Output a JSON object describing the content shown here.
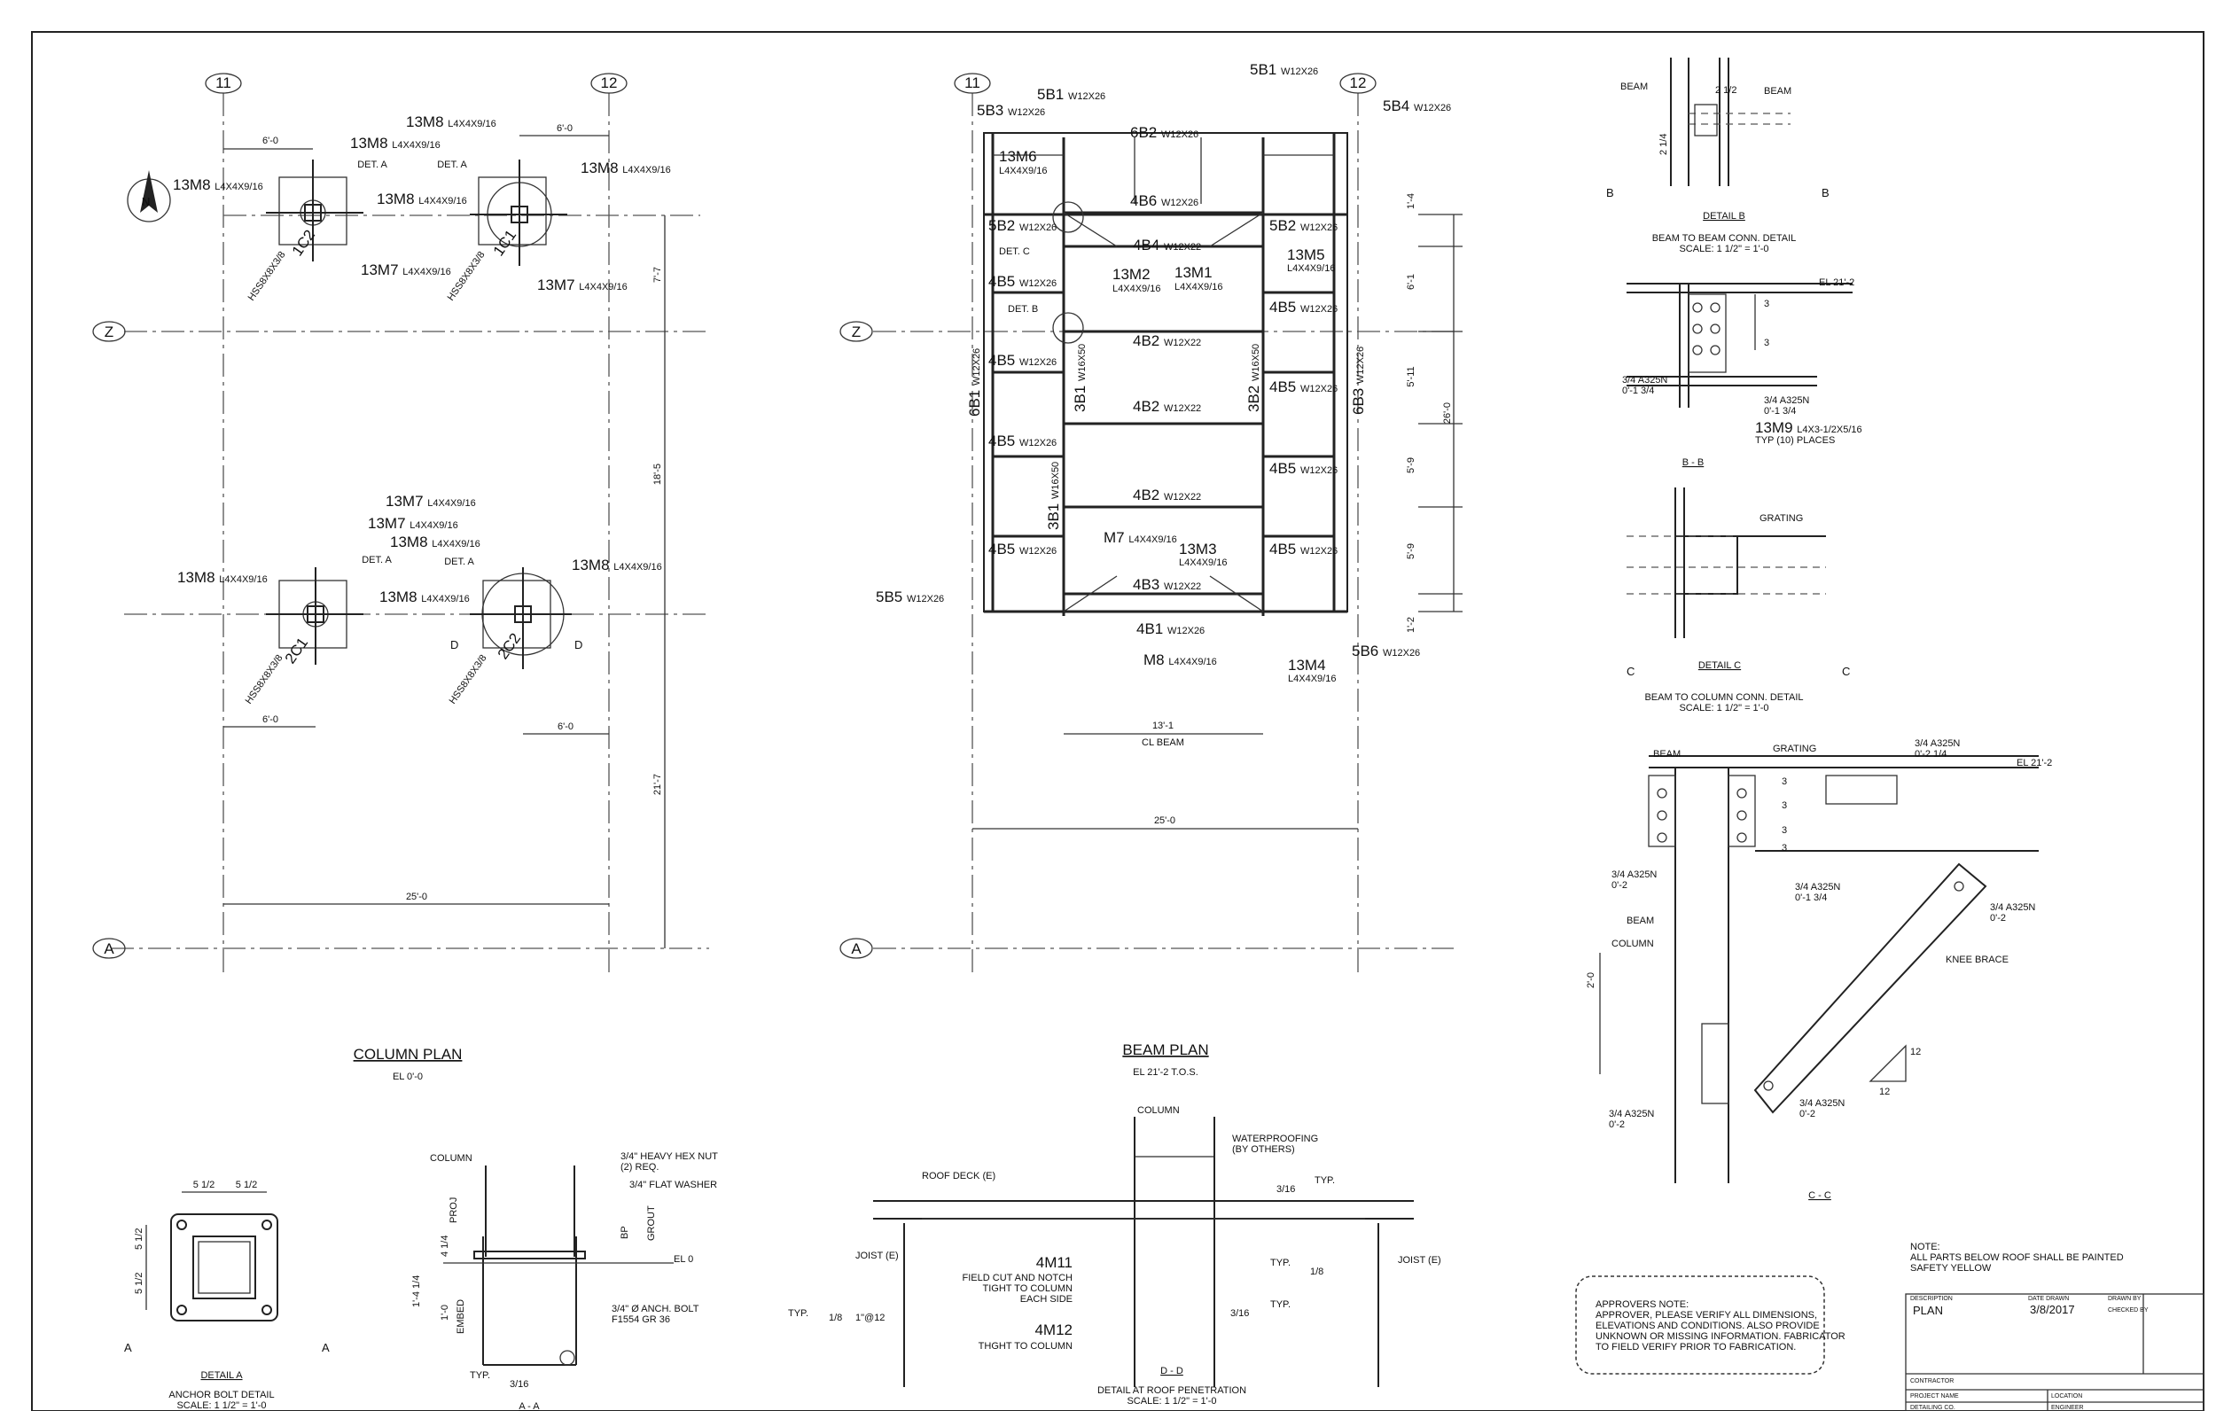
{
  "grid": {
    "col11": "11",
    "col12": "12",
    "rowZ": "Z",
    "rowA": "A"
  },
  "column_plan": {
    "title": "COLUMN PLAN",
    "elev": "EL 0'-0",
    "columns": [
      "1C2",
      "1C1",
      "2C1",
      "2C2"
    ],
    "hss": "HSS8X8X3/8",
    "det_a": "DET. A",
    "dims": [
      "6'-0",
      "6'-0",
      "6'-0",
      "6'-0",
      "7'-7",
      "18'-5",
      "21'-7",
      "25'-0"
    ],
    "section_mark": "D",
    "labels": [
      {
        "mark": "13M8",
        "size": "L4X4X9/16"
      },
      {
        "mark": "13M8",
        "size": "L4X4X9/16"
      },
      {
        "mark": "13M8",
        "size": "L4X4X9/16"
      },
      {
        "mark": "13M8",
        "size": "L4X4X9/16"
      },
      {
        "mark": "13M8",
        "size": "L4X4X9/16"
      },
      {
        "mark": "13M7",
        "size": "L4X4X9/16"
      },
      {
        "mark": "13M7",
        "size": "L4X4X9/16"
      },
      {
        "mark": "13M7",
        "size": "L4X4X9/16"
      },
      {
        "mark": "13M7",
        "size": "L4X4X9/16"
      },
      {
        "mark": "13M8",
        "size": "L4X4X9/16"
      },
      {
        "mark": "13M8",
        "size": "L4X4X9/16"
      },
      {
        "mark": "13M8",
        "size": "L4X4X9/16"
      },
      {
        "mark": "13M8",
        "size": "L4X4X9/16"
      }
    ]
  },
  "beam_plan": {
    "title": "BEAM PLAN",
    "elev": "EL 21'-2 T.O.S.",
    "det_c": "DET. C",
    "det_b": "DET. B",
    "dim_cl": "13'-1",
    "cl_beam": "CL BEAM",
    "dim_total": "25'-0",
    "right_dims": [
      "1'-4",
      "6'-1",
      "5'-11",
      "5'-9",
      "5'-9",
      "1'-2"
    ],
    "overall": "26'-0",
    "labels": [
      {
        "mark": "5B1",
        "size": "W12X26"
      },
      {
        "mark": "5B1",
        "size": "W12X26"
      },
      {
        "mark": "5B3",
        "size": "W12X26"
      },
      {
        "mark": "6B2",
        "size": "W12X26"
      },
      {
        "mark": "5B4",
        "size": "W12X26"
      },
      {
        "mark": "13M6",
        "size": "L4X4X9/16"
      },
      {
        "mark": "4B6",
        "size": "W12X26"
      },
      {
        "mark": "5B2",
        "size": "W12X26"
      },
      {
        "mark": "5B2",
        "size": "W12X26"
      },
      {
        "mark": "4B4",
        "size": "W12X22"
      },
      {
        "mark": "13M5",
        "size": "L4X4X9/16"
      },
      {
        "mark": "13M2",
        "size": "L4X4X9/16"
      },
      {
        "mark": "13M1",
        "size": "L4X4X9/16"
      },
      {
        "mark": "4B5",
        "size": "W12X26"
      },
      {
        "mark": "4B5",
        "size": "W12X26"
      },
      {
        "mark": "4B2",
        "size": "W12X22"
      },
      {
        "mark": "4B5",
        "size": "W12X26"
      },
      {
        "mark": "4B5",
        "size": "W12X26"
      },
      {
        "mark": "4B2",
        "size": "W12X22"
      },
      {
        "mark": "4B5",
        "size": "W12X26"
      },
      {
        "mark": "4B5",
        "size": "W12X26"
      },
      {
        "mark": "4B2",
        "size": "W12X22"
      },
      {
        "mark": "4B5",
        "size": "W12X26"
      },
      {
        "mark": "M7",
        "size": "L4X4X9/16"
      },
      {
        "mark": "13M3",
        "size": "L4X4X9/16"
      },
      {
        "mark": "4B5",
        "size": "W12X26"
      },
      {
        "mark": "5B5",
        "size": "W12X26"
      },
      {
        "mark": "4B3",
        "size": "W12X22"
      },
      {
        "mark": "4B1",
        "size": "W12X26"
      },
      {
        "mark": "5B6",
        "size": "W12X26"
      },
      {
        "mark": "M8",
        "size": "L4X4X9/16"
      },
      {
        "mark": "13M4",
        "size": "L4X4X9/16"
      }
    ],
    "vertical": [
      {
        "mark": "6B1",
        "size": "W12X26"
      },
      {
        "mark": "3B1",
        "size": "W16X50"
      },
      {
        "mark": "3B2",
        "size": "W16X50"
      },
      {
        "mark": "6B3",
        "size": "W12X26"
      },
      {
        "mark": "3B1",
        "size": "W16X50"
      }
    ]
  },
  "detail_b": {
    "beam1": "BEAM",
    "beam2": "BEAM",
    "dim1": "2 1/2",
    "dim2": "2 1/4",
    "mark": "B",
    "title": "DETAIL B",
    "desc": "BEAM TO BEAM CONN. DETAIL",
    "scale": "SCALE: 1 1/2\" = 1'-0",
    "el": "EL 21'-2",
    "bolt": "3/4 A325N",
    "bolt_dim": "0'-1 3/4",
    "bolt2": "3/4 A325N",
    "bolt2_dim": "0'-1 3/4",
    "spacing": [
      "3",
      "3"
    ],
    "clip": "13M9",
    "clip_size": "L4X3-1/2X5/16",
    "clip_note": "TYP (10) PLACES",
    "sec": "B - B"
  },
  "detail_c": {
    "grating": "GRATING",
    "mark": "C",
    "title": "DETAIL C",
    "desc": "BEAM TO COLUMN CONN. DETAIL",
    "scale": "SCALE: 1 1/2\" = 1'-0"
  },
  "sec_cc": {
    "grating": "GRATING",
    "beam": "BEAM",
    "el": "EL 21'-2",
    "b1": "3/4 A325N",
    "b1d": "0'-2 1/4",
    "b2": "3/4 A325N",
    "b2d": "0'-2",
    "b3": "3/4 A325N",
    "b3d": "0'-1 3/4",
    "b4": "3/4 A325N",
    "b4d": "0'-2",
    "beam2": "BEAM",
    "column": "COLUMN",
    "knee": "KNEE BRACE",
    "dim": "2'-0",
    "b5": "3/4 A325N",
    "b5d": "0'-2",
    "b6": "3/4 A325N",
    "b6d": "0'-2",
    "slope1": "12",
    "slope2": "12",
    "spacing": [
      "3",
      "3",
      "3",
      "3"
    ],
    "title": "C - C"
  },
  "detail_a": {
    "d1": "5 1/2",
    "d2": "5 1/2",
    "d3": "5 1/2",
    "d4": "5 1/2",
    "mark": "A",
    "title": "DETAIL A",
    "desc": "ANCHOR BOLT DETAIL",
    "scale": "SCALE: 1 1/2\" = 1'-0"
  },
  "sec_aa": {
    "column": "COLUMN",
    "nut": "3/4\" HEAVY HEX NUT",
    "nut2": "(2) REQ.",
    "washer": "3/4\" FLAT WASHER",
    "proj": "PROJ",
    "grout": "GROUT",
    "bp": "BP",
    "el": "EL 0",
    "d1": "4 1/4",
    "d2": "1'-4 1/4",
    "d3": "1'-0",
    "embed": "EMBED",
    "anchor": "3/4\" Ø ANCH. BOLT",
    "anchor2": "F1554 GR 36",
    "typ": "TYP.",
    "weld": "3/16",
    "title": "A - A"
  },
  "sec_dd": {
    "column": "COLUMN",
    "water": "WATERPROOFING",
    "water2": "(BY OTHERS)",
    "deck": "ROOF DECK (E)",
    "joist1": "JOIST (E)",
    "joist2": "JOIST (E)",
    "typ1": "TYP.",
    "typ2": "TYP.",
    "typ3": "TYP.",
    "typ4": "TYP.",
    "w1": "3/16",
    "w2": "1/8",
    "w3": "3/16",
    "w4": "1/8",
    "stitch": "1\"@12",
    "m11": "4M11",
    "m11a": "FIELD CUT AND NOTCH",
    "m11b": "TIGHT TO COLUMN",
    "m11c": "EACH SIDE",
    "m12": "4M12",
    "m12a": "THGHT TO COLUMN",
    "title": "D - D",
    "desc": "DETAIL AT ROOF PENETRATION",
    "scale": "SCALE: 1 1/2\" = 1'-0"
  },
  "approvers": {
    "l1": "APPROVERS NOTE:",
    "l2": "APPROVER, PLEASE VERIFY ALL DIMENSIONS,",
    "l3": "ELEVATIONS AND CONDITIONS. ALSO PROVIDE",
    "l4": "UNKNOWN OR MISSING INFORMATION. FABRICATOR",
    "l5": "TO FIELD VERIFY PRIOR TO FABRICATION."
  },
  "note": {
    "l1": "NOTE:",
    "l2": "ALL PARTS BELOW ROOF SHALL BE PAINTED",
    "l3": "SAFETY YELLOW"
  },
  "title_block": {
    "desc_label": "DESCRIPTION",
    "desc": "PLAN",
    "date_label": "DATE DRAWN",
    "date": "3/8/2017",
    "drawn_by": "DRAWN BY",
    "checked_by": "CHECKED BY",
    "contractor": "CONTRACTOR",
    "project": "PROJECT NAME",
    "location": "LOCATION",
    "detailing": "DETAILING CO.",
    "engineer": "ENGINEER"
  }
}
